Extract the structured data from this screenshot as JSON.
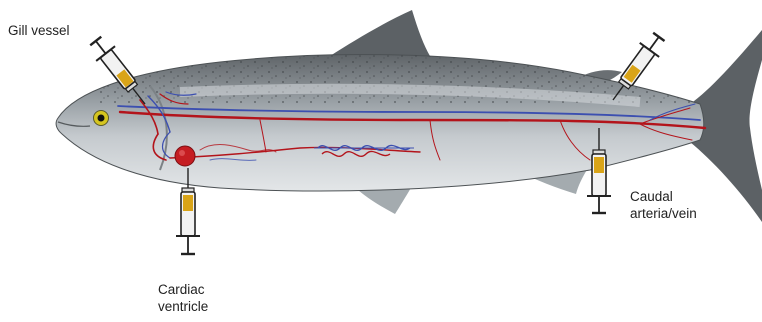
{
  "labels": {
    "gill": "Gill vessel",
    "cardiac_line1": "Cardiac",
    "cardiac_line2": "ventricle",
    "caudal_line1": "Caudal",
    "caudal_line2": "arteria/vein"
  },
  "colors": {
    "fish_back": "#6f7478",
    "fish_mid": "#a9afb3",
    "fish_belly": "#d9dde0",
    "fin": "#5c6165",
    "artery": "#b3141b",
    "vein": "#3c4fb0",
    "heart": "#c51d22",
    "serum": "#d9a418",
    "syringe_body": "#f2f2f2",
    "syringe_outline": "#222222"
  },
  "icons": [
    "fish-illustration",
    "syringe-icon",
    "heart-icon",
    "kidney-vessels-icon",
    "gill-icon"
  ]
}
